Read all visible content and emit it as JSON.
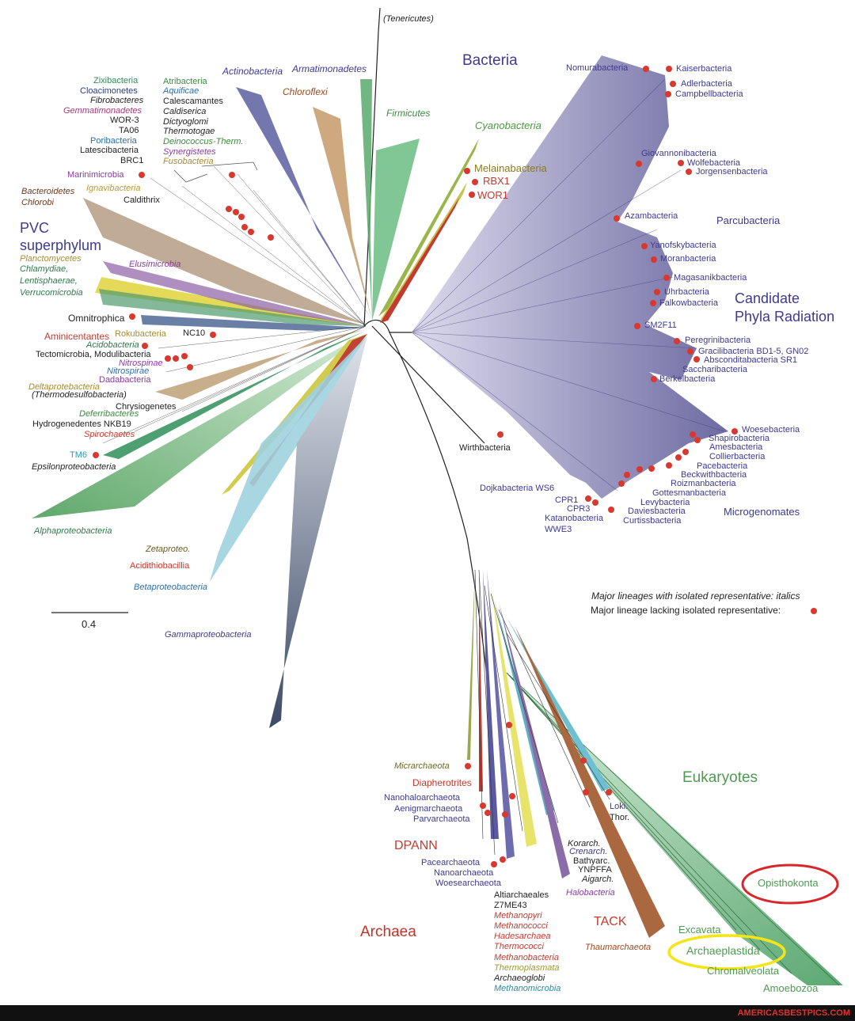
{
  "colors": {
    "bacteria_purple": "#3d3a8f",
    "cpr_fill": "#6b679f",
    "eukaryote_green": "#4f9a52",
    "archaea_red": "#c43226",
    "dot_red": "#d9382e",
    "highlight_red": "#d8262b",
    "highlight_yellow": "#f4e516"
  },
  "watermark": "AMERICASBESTPICS.COM",
  "scale_bar": "0.4",
  "legend": {
    "italic_line": "Major lineages with isolated representative: italics",
    "dot_line": "Major lineage lacking isolated representative:"
  },
  "domains": {
    "bacteria": "Bacteria",
    "archaea": "Archaea",
    "eukaryotes": "Eukaryotes",
    "cpr_1": "Candidate",
    "cpr_2": "Phyla Radiation",
    "parcubacteria": "Parcubacteria",
    "microgenomates": "Microgenomates",
    "pvc_1": "PVC",
    "pvc_2": "superphylum",
    "dpann": "DPANN",
    "tack": "TACK"
  },
  "labels": {
    "tenericutes": "(Tenericutes)",
    "actinobacteria": "Actinobacteria",
    "armatimonadetes": "Armatimonadetes",
    "chloroflexi": "Chloroflexi",
    "firmicutes": "Firmicutes",
    "cyanobacteria": "Cyanobacteria",
    "melainabacteria": "Melainabacteria",
    "rbx1": "RBX1",
    "wor1": "WOR1",
    "zixibacteria": "Zixibacteria",
    "cloacimonetes": "Cloacimonetes",
    "fibrobacteres": "Fibrobacteres",
    "gemmatimonadetes": "Gemmatimonadetes",
    "wor3": "WOR-3",
    "ta06": "TA06",
    "poribacteria": "Poribacteria",
    "latescibacteria": "Latescibacteria",
    "brc1": "BRC1",
    "atribacteria": "Atribacteria",
    "aquificae": "Aquificae",
    "calescamantes": "Calescamantes",
    "caldiserica": "Caldiserica",
    "dictyoglomi": "Dictyoglomi",
    "thermotogae": "Thermotogae",
    "deinococcus": "Deinococcus-Therm.",
    "synergistetes": "Synergistetes",
    "fusobacteria": "Fusobacteria",
    "marinimicrobia": "Marinimicrobia",
    "ignavibacteria": "Ignavibacteria",
    "caldithrix": "Caldithrix",
    "bacteroidetes": "Bacteroidetes",
    "chlorobi": "Chlorobi",
    "planctomycetes": "Planctomycetes",
    "chlamydiae": "Chlamydiae,",
    "lentisphaerae": "Lentisphaerae,",
    "verrucomicrobia": "Verrucomicrobia",
    "elusimicrobia": "Elusimicrobia",
    "omnitrophica": "Omnitrophica",
    "aminicentantes": "Aminicentantes",
    "rokubacteria": "Rokubacteria",
    "nc10": "NC10",
    "acidobacteria": "Acidobacteria",
    "tectomicrobia": "Tectomicrobia, Modulibacteria",
    "nitrospinae": "Nitrospinae",
    "nitrospirae": "Nitrospirae",
    "dadabacteria": "Dadabacteria",
    "deltaproteobacteria": "Deltaprotebacteria",
    "thermodesulfobacteria": "(Thermodesulfobacteria)",
    "chrysiogenetes": "Chrysiogenetes",
    "deferribacteres": "Deferribacteres",
    "hydrogenedentes": "Hydrogenedentes NKB19",
    "spirochaetes": "Spirochaetes",
    "tm6": "TM6",
    "epsilonproteobacteria": "Epsilonproteobacteria",
    "alphaproteobacteria": "Alphaproteobacteria",
    "zetaproteo": "Zetaproteo.",
    "acidithiobacillia": "Acidithiobacillia",
    "betaproteobacteria": "Betaproteobacteria",
    "gammaproteobacteria": "Gammaproteobacteria",
    "nomurabacteria": "Nomurabacteria",
    "kaiserbacteria": "Kaiserbacteria",
    "adlerbacteria": "Adlerbacteria",
    "campbellbacteria": "Campbellbacteria",
    "giovannonibacteria": "Giovannonibacteria",
    "wolfebacteria": "Wolfebacteria",
    "jorgensenbacteria": "Jorgensenbacteria",
    "azambacteria": "Azambacteria",
    "yanofskybacteria": "Yanofskybacteria",
    "moranbacteria": "Moranbacteria",
    "magasanikbacteria": "Magasanikbacteria",
    "uhrbacteria": "Uhrbacteria",
    "falkowbacteria": "Falkowbacteria",
    "sm2f11": "SM2F11",
    "peregrinibacteria": "Peregrinibacteria",
    "gracilibacteria": "Gracilibacteria BD1-5, GN02",
    "absconditabacteria": "Absconditabacteria SR1",
    "saccharibacteria": "Saccharibacteria",
    "berkelbacteria": "Berkelbacteria",
    "woesebacteria": "Woesebacteria",
    "shapirobacteria": "Shapirobacteria",
    "amesbacteria": "Amesbacteria",
    "collierbacteria": "Collierbacteria",
    "pacebacteria": "Pacebacteria",
    "beckwithbacteria": "Beckwithbacteria",
    "roizmanbacteria": "Roizmanbacteria",
    "gottesmanbacteria": "Gottesmanbacteria",
    "levybacteria": "Levybacteria",
    "daviesbacteria": "Daviesbacteria",
    "curtissbacteria": "Curtissbacteria",
    "wirthbacteria": "Wirthbacteria",
    "dojkabacteria": "Dojkabacteria WS6",
    "cpr1": "CPR1",
    "cpr3": "CPR3",
    "katanobacteria": "Katanobacteria",
    "wwe3": "WWE3",
    "micrarchaeota": "Micrarchaeota",
    "diapherotrites": "Diapherotrites",
    "nanohaloarchaeota": "Nanohaloarchaeota",
    "aenigmarchaeota": "Aenigmarchaeota",
    "parvarchaeota": "Parvarchaeota",
    "pacearchaeota": "Pacearchaeota",
    "nanoarchaeota": "Nanoarchaeota",
    "woesearchaeota": "Woesearchaeota",
    "altiarchaeales": "Altiarchaeales",
    "z7me43": "Z7ME43",
    "methanopyri": "Methanopyri",
    "methanococci": "Methanococci",
    "hadesarchaea": "Hadesarchaea",
    "thermococci": "Thermococci",
    "methanobacteria": "Methanobacteria",
    "thermoplasmata": "Thermoplasmata",
    "archaeoglobi": "Archaeoglobi",
    "methanomicrobia": "Methanomicrobia",
    "korarch": "Korarch.",
    "crenarch": "Crenarch.",
    "bathyarc": "Bathyarc.",
    "ynpffa": "YNPFFA",
    "aigarch": "Aigarch.",
    "halobacteria": "Halobacteria",
    "thaumarchaeota": "Thaumarchaeota",
    "loki": "Loki.",
    "thor": "Thor.",
    "opisthokonta": "Opisthokonta",
    "excavata": "Excavata",
    "archaeplastida": "Archaeplastida",
    "chromalveolata": "Chromalveolata",
    "amoebozoa": "Amoebozoa"
  }
}
